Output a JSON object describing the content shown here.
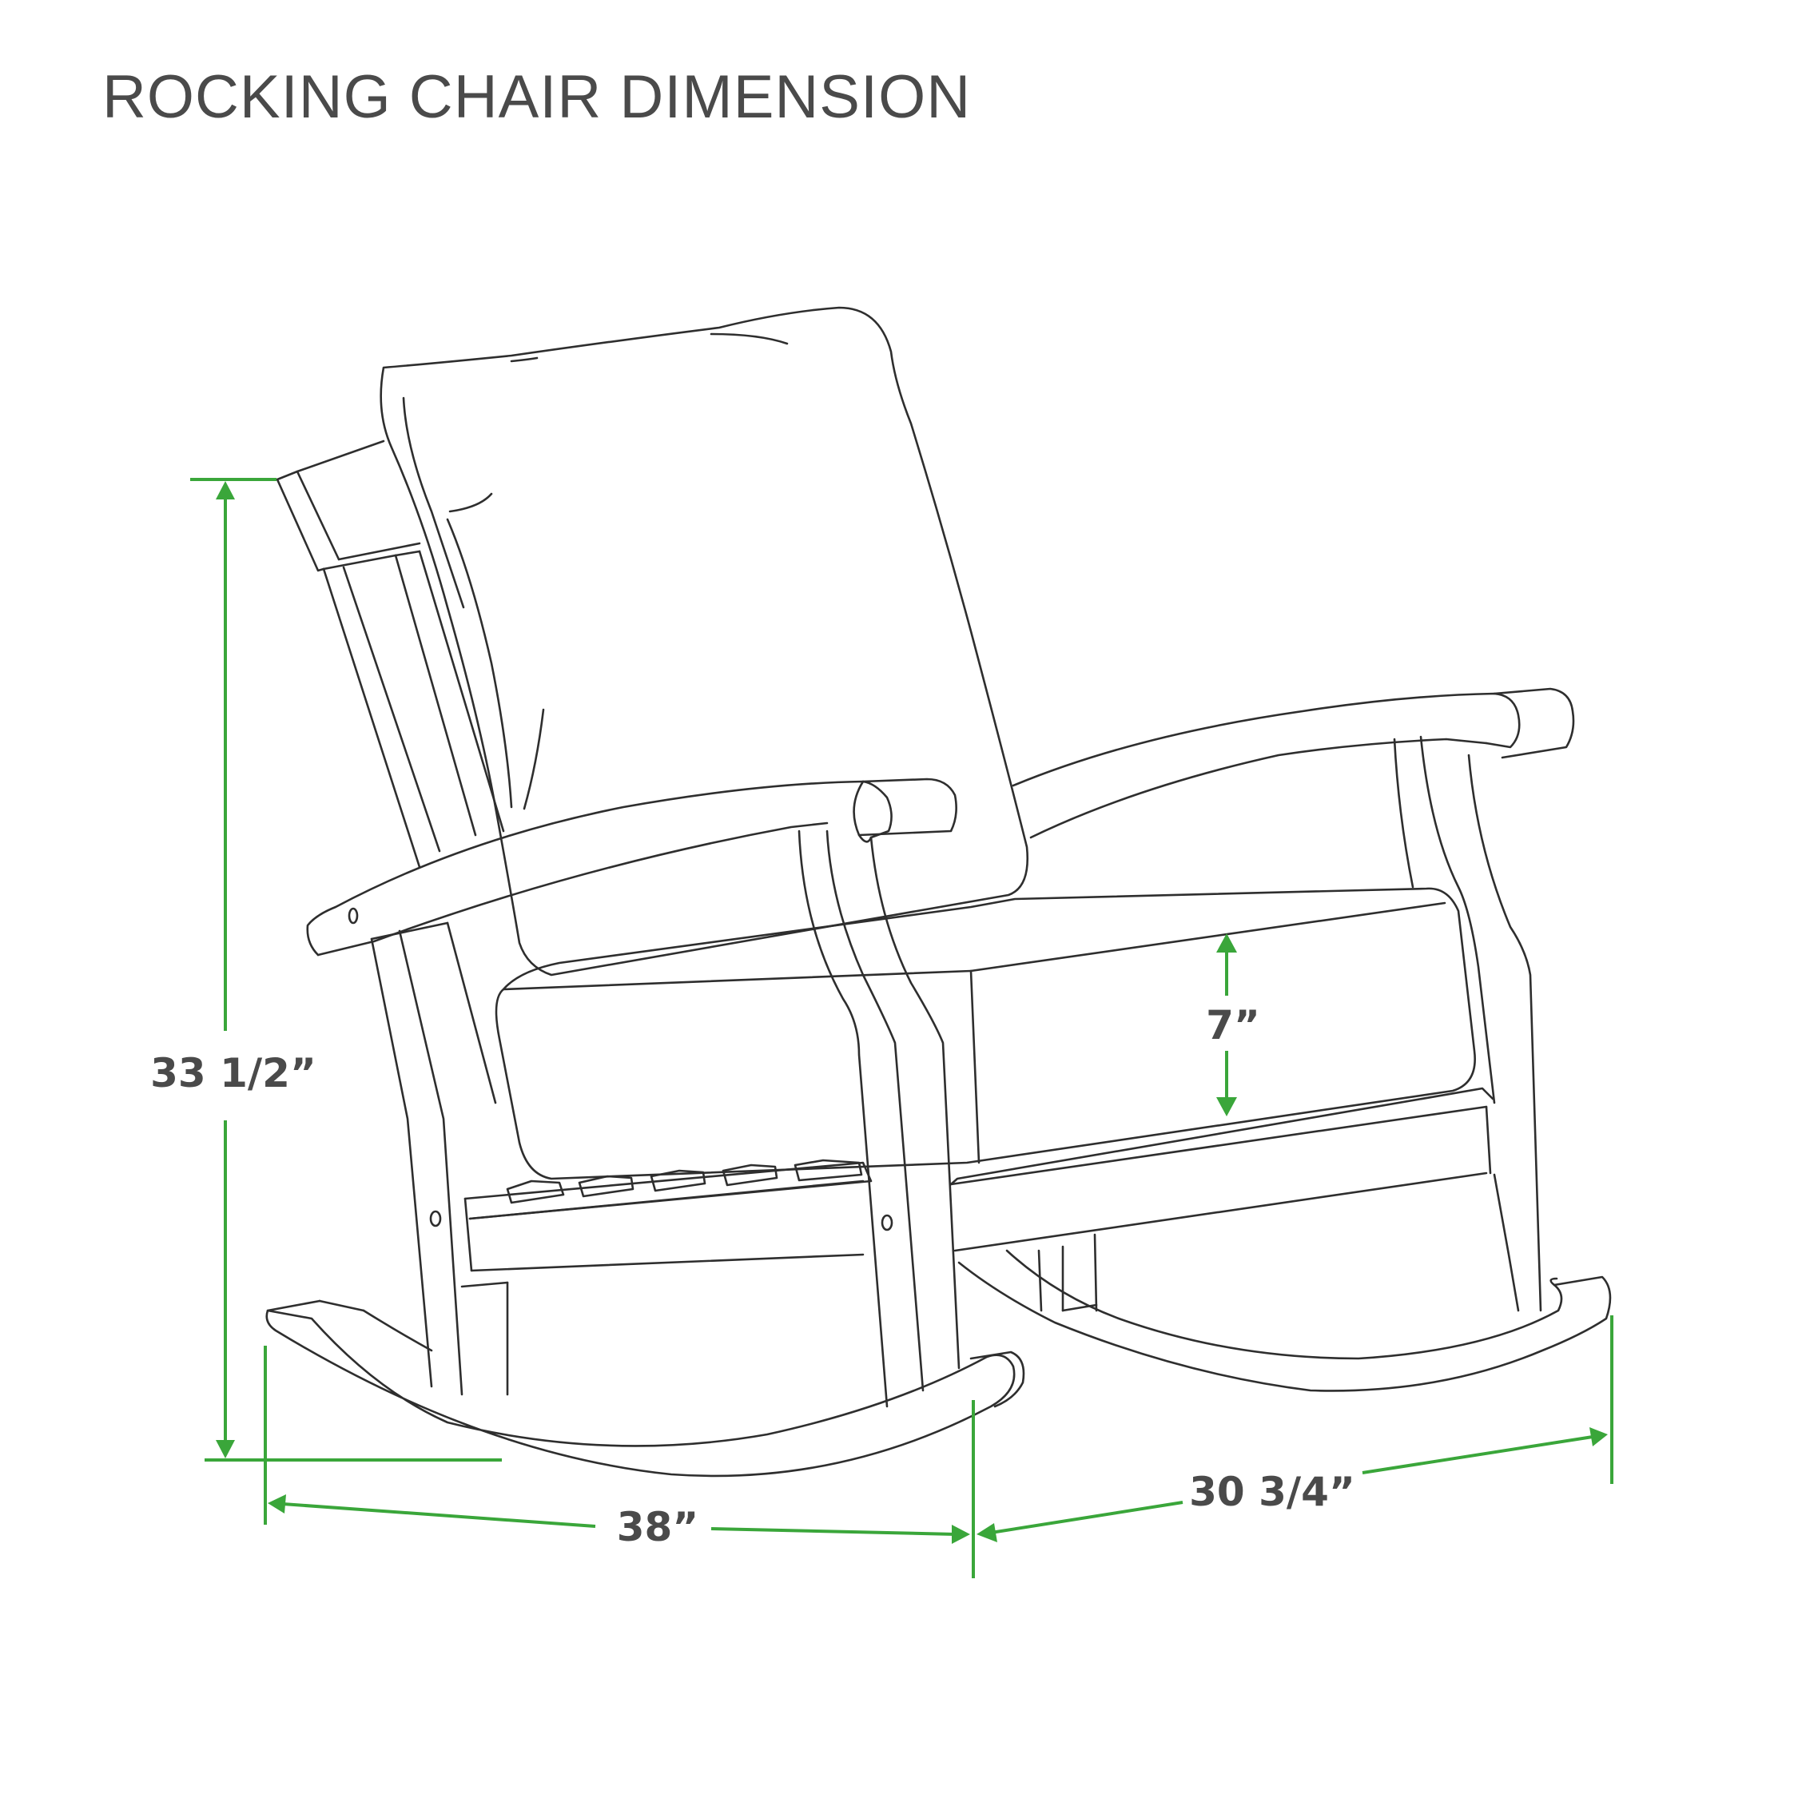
{
  "title": "ROCKING CHAIR DIMENSION",
  "colors": {
    "title_text": "#4a4a4a",
    "label_text": "#4a4a4a",
    "outline": "#2e2e2e",
    "dimension_line": "#3aa63a"
  },
  "dimensions": {
    "height": "33 1/2”",
    "cushion_thickness": "7”",
    "width": "38”",
    "depth": "30 3/4”"
  }
}
